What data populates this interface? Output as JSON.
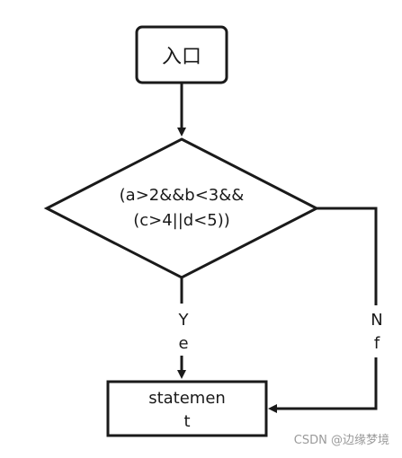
{
  "diagram": {
    "entry_label": "入口",
    "condition_line1": "(a>2&&b<3&&",
    "condition_line2": "(c>4||d<5))",
    "yes_char1": "Y",
    "yes_char2": "e",
    "no_char1": "N",
    "no_char2": "f",
    "statement_line1": "statemen",
    "statement_line2": "t"
  },
  "watermark": {
    "text": "CSDN @边缘梦境"
  },
  "colors": {
    "stroke": "#1a1a1a",
    "text": "#1a1a1a",
    "watermark": "#9a9a9a",
    "background": "#ffffff"
  }
}
